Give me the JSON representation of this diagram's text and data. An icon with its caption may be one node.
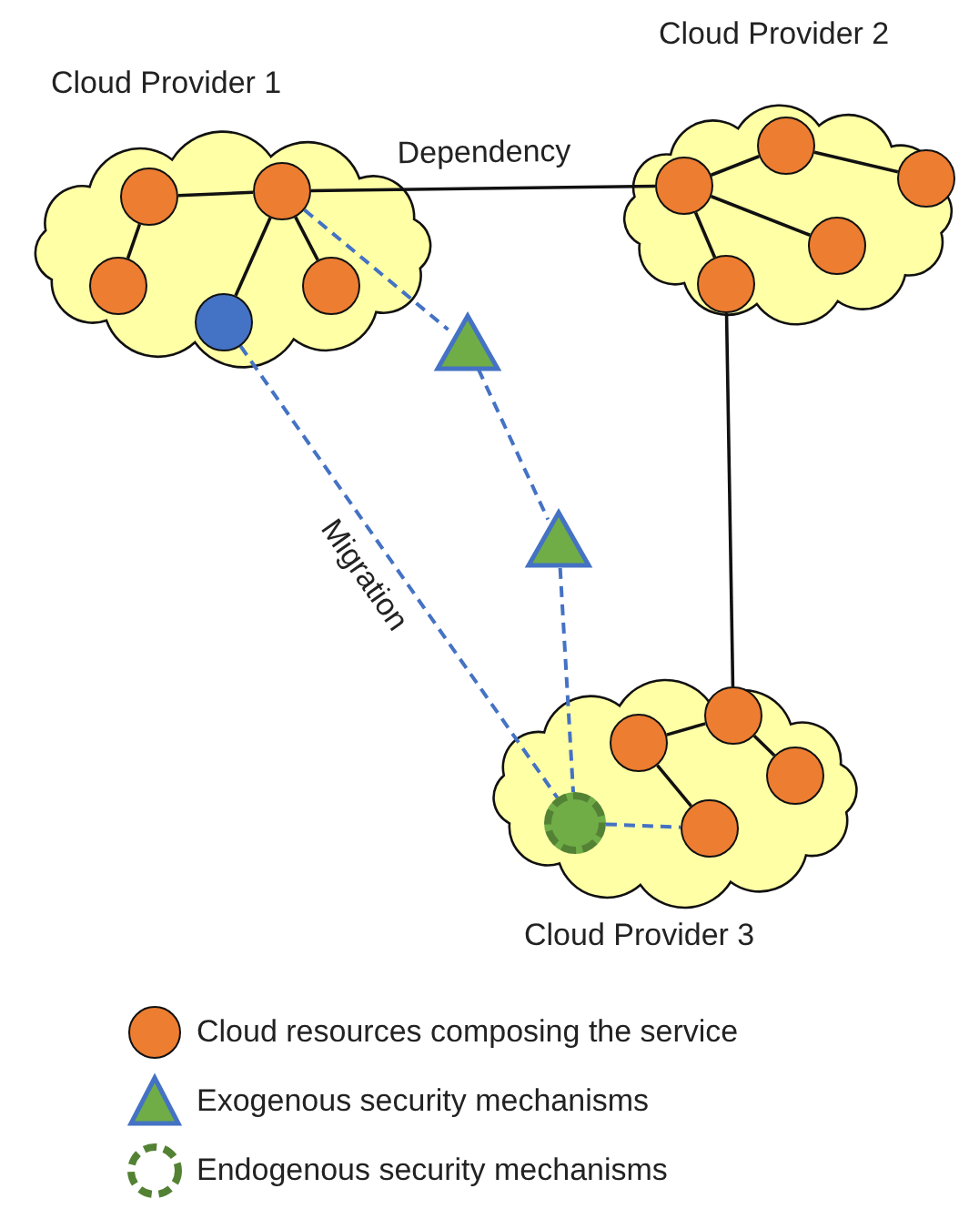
{
  "diagram": {
    "nodes": [
      {
        "text": [
          "Cloud Provider 1"
        ]
      },
      {
        "text": [],
        "shape": "circle",
        "in": 0
      },
      {
        "text": [],
        "shape": "circle",
        "in": 0
      },
      {
        "text": [],
        "shape": "circle",
        "in": 0
      },
      {
        "text": [],
        "shape": "circle",
        "in": 0
      },
      {
        "text": [],
        "shape": "circle",
        "in": 0
      },
      {
        "text": [
          "Cloud Provider 2"
        ]
      },
      {
        "text": [],
        "shape": "circle",
        "in": 6
      },
      {
        "text": [],
        "shape": "circle",
        "in": 6
      },
      {
        "text": [],
        "shape": "circle",
        "in": 6
      },
      {
        "text": [],
        "shape": "circle",
        "in": 6
      },
      {
        "text": [],
        "shape": "circle",
        "in": 6
      },
      {
        "text": [],
        "shape": "triangle"
      },
      {
        "text": [],
        "shape": "triangle"
      },
      {
        "text": [
          "Cloud Provider 3"
        ]
      },
      {
        "text": [],
        "shape": "circle",
        "in": 14
      },
      {
        "text": [],
        "shape": "circle",
        "in": 14
      },
      {
        "text": [],
        "shape": "circle",
        "in": 14
      },
      {
        "text": [],
        "shape": "circle",
        "in": 14
      },
      {
        "text": [],
        "shape": "circle",
        "in": 14
      }
    ],
    "edges": [
      {
        "from": 1,
        "to": 2,
        "arrow": "none"
      },
      {
        "from": 1,
        "to": 3,
        "arrow": "none"
      },
      {
        "from": 2,
        "to": 5,
        "arrow": "none"
      },
      {
        "from": 2,
        "to": 4,
        "arrow": "none"
      },
      {
        "from": 7,
        "to": 8,
        "arrow": "none"
      },
      {
        "from": 8,
        "to": 9,
        "arrow": "none"
      },
      {
        "from": 7,
        "to": 10,
        "arrow": "none"
      },
      {
        "from": 7,
        "to": 11,
        "arrow": "none"
      },
      {
        "from": 2,
        "to": 7,
        "arrow": "none",
        "label": "Dependency"
      },
      {
        "from": 11,
        "to": 16,
        "arrow": "none"
      },
      {
        "from": 2,
        "to": 12,
        "arrow": "none",
        "style": "dashed",
        "color": "#4472c4"
      },
      {
        "from": 12,
        "to": 13,
        "arrow": "none",
        "style": "dashed",
        "color": "#4472c4"
      },
      {
        "from": 13,
        "to": 19,
        "arrow": "none",
        "style": "dashed",
        "color": "#4472c4"
      },
      {
        "from": 5,
        "to": 19,
        "arrow": "none",
        "style": "dashed",
        "color": "#4472c4",
        "label": "Migration"
      },
      {
        "from": 15,
        "to": 16,
        "arrow": "none"
      },
      {
        "from": 16,
        "to": 17,
        "arrow": "none"
      },
      {
        "from": 15,
        "to": 18,
        "arrow": "none"
      },
      {
        "from": 19,
        "to": 18,
        "arrow": "none",
        "style": "dashed",
        "color": "#4472c4"
      }
    ],
    "legend": [
      {
        "text": "Cloud resources composing the service"
      },
      {
        "text": "Exogenous security mechanisms"
      },
      {
        "text": "Endogenous security mechanisms"
      }
    ]
  }
}
